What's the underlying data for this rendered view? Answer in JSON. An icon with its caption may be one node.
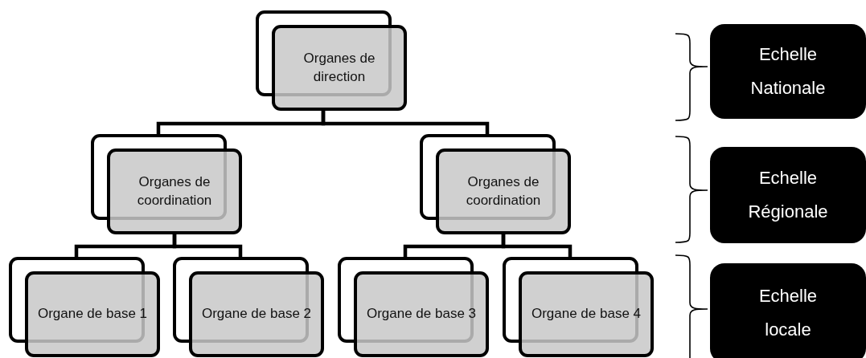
{
  "diagram": {
    "nodes": [
      {
        "text": [
          "Organes de direction"
        ]
      },
      {
        "text": [
          "Organes de coordination"
        ]
      },
      {
        "text": [
          "Organes de coordination"
        ]
      },
      {
        "text": [
          "Organe de base 1"
        ]
      },
      {
        "text": [
          "Organe de base 2"
        ]
      },
      {
        "text": [
          "Organe de base 3"
        ]
      },
      {
        "text": [
          "Organe de base 4"
        ]
      },
      {
        "text": [
          "Echelle Nationale"
        ]
      },
      {
        "text": [
          "Echelle Régionale"
        ]
      },
      {
        "text": [
          "Echelle locale"
        ]
      }
    ],
    "edges": [
      {
        "from": 0,
        "to": 1,
        "arrow": "none"
      },
      {
        "from": 0,
        "to": 2,
        "arrow": "none"
      },
      {
        "from": 1,
        "to": 3,
        "arrow": "none"
      },
      {
        "from": 1,
        "to": 4,
        "arrow": "none"
      },
      {
        "from": 2,
        "to": 5,
        "arrow": "none"
      },
      {
        "from": 2,
        "to": 6,
        "arrow": "none"
      }
    ]
  }
}
